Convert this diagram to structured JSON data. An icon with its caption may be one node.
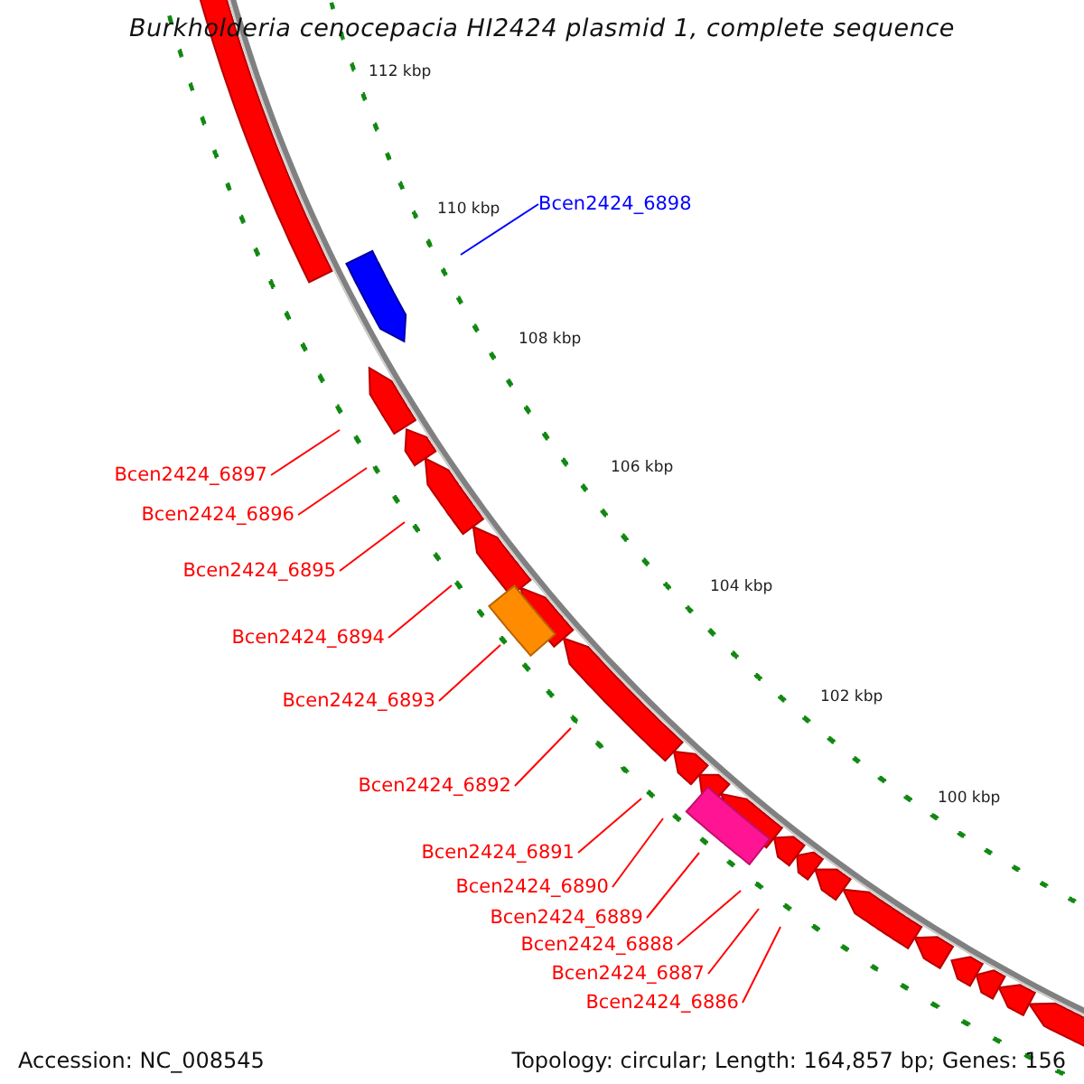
{
  "diagram": {
    "title": "Burkholderia cenocepacia HI2424 plasmid 1, complete sequence",
    "nodes": [
      {
        "text": [
          "Bcen2424_6898"
        ]
      },
      {
        "text": [
          "Bcen2424_6897"
        ]
      },
      {
        "text": [
          "Bcen2424_6896"
        ]
      },
      {
        "text": [
          "Bcen2424_6895"
        ]
      },
      {
        "text": [
          "Bcen2424_6894"
        ]
      },
      {
        "text": [
          "Bcen2424_6893"
        ]
      },
      {
        "text": [
          "Bcen2424_6892"
        ]
      },
      {
        "text": [
          "Bcen2424_6891"
        ]
      },
      {
        "text": [
          "Bcen2424_6890"
        ]
      },
      {
        "text": [
          "Bcen2424_6889"
        ]
      },
      {
        "text": [
          "Bcen2424_6888"
        ]
      },
      {
        "text": [
          "Bcen2424_6887"
        ]
      },
      {
        "text": [
          "Bcen2424_6886"
        ]
      }
    ],
    "edges": [
      {
        "from": 0,
        "to": null,
        "arrow": "none",
        "color": "#0000ff"
      },
      {
        "from": 1,
        "to": null,
        "arrow": "none"
      },
      {
        "from": 2,
        "to": null,
        "arrow": "none"
      },
      {
        "from": 3,
        "to": null,
        "arrow": "none"
      },
      {
        "from": 4,
        "to": null,
        "arrow": "none"
      },
      {
        "from": 5,
        "to": null,
        "arrow": "none"
      },
      {
        "from": 6,
        "to": null,
        "arrow": "none"
      },
      {
        "from": 7,
        "to": null,
        "arrow": "none"
      },
      {
        "from": 8,
        "to": null,
        "arrow": "none"
      },
      {
        "from": 9,
        "to": null,
        "arrow": "none"
      },
      {
        "from": 10,
        "to": null,
        "arrow": "none"
      },
      {
        "from": 11,
        "to": null,
        "arrow": "none"
      },
      {
        "from": 12,
        "to": null,
        "arrow": "none"
      }
    ],
    "labels": [
      "112 kbp",
      "110 kbp",
      "108 kbp",
      "106 kbp",
      "104 kbp",
      "102 kbp",
      "100 kbp",
      "Accession: NC_008545",
      "Topology: circular; Length: 164,857 bp; Genes: 156"
    ]
  }
}
